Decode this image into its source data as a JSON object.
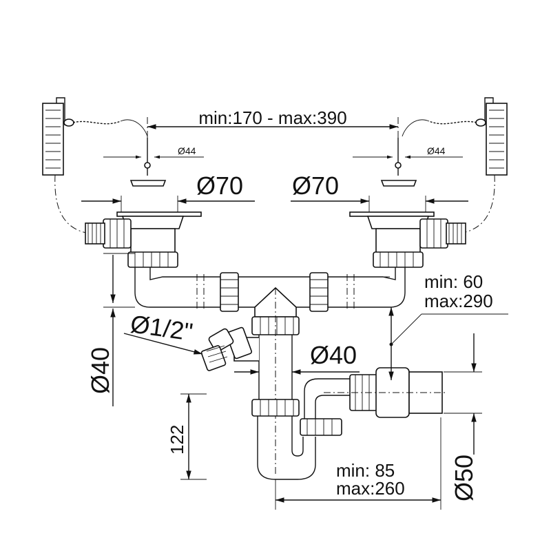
{
  "dimensions": {
    "span": "min:170 - max:390",
    "stopper_left": "Ø44",
    "stopper_right": "Ø44",
    "outlet_left": "Ø70",
    "outlet_right": "Ø70",
    "height_range_label_1": "min:   60",
    "height_range_label_2": "max:290",
    "appliance_inlet": "Ø1/2\"",
    "pipe_40_horizontal": "Ø40",
    "pipe_40_vertical": "Ø40",
    "trap_height": "122",
    "offset_range_label_1": "min:   85",
    "offset_range_label_2": "max:260",
    "outlet_50": "Ø50"
  }
}
